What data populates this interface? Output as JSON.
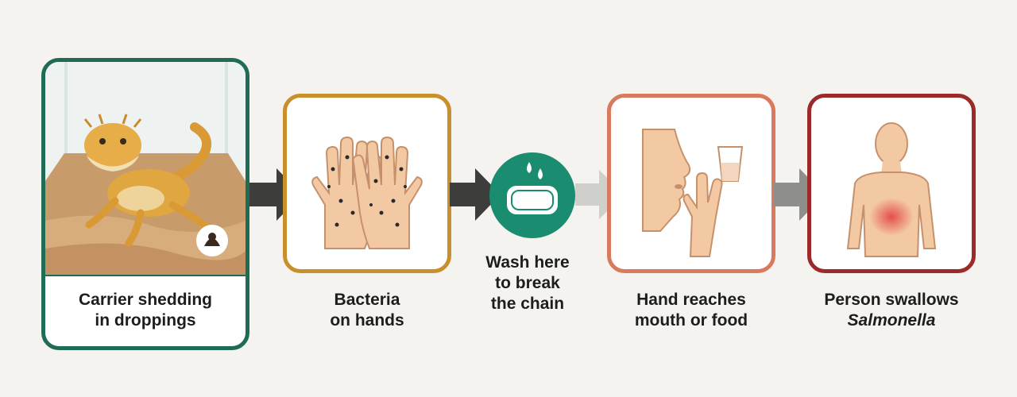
{
  "steps": [
    {
      "id": "carrier",
      "line1": "Carrier shedding",
      "line2": "in droppings",
      "icon": "bearded-dragon-icon",
      "border_color": "#1f6b56"
    },
    {
      "id": "hands",
      "line1": "Bacteria",
      "line2": "on hands",
      "icon": "contaminated-hands-icon",
      "border_color": "#c8902a"
    },
    {
      "id": "wash",
      "line1": "Wash here",
      "line2": "to break",
      "line3": "the chain",
      "icon": "soap-icon",
      "fill_color": "#1a8c70"
    },
    {
      "id": "mouth",
      "line1": "Hand reaches",
      "line2": "mouth or food",
      "icon": "hand-to-mouth-icon",
      "border_color": "#d97a5e"
    },
    {
      "id": "swallow",
      "line1": "Person swallows",
      "line2": "Salmonella",
      "icon": "person-infected-icon",
      "border_color": "#9c2a2a"
    }
  ],
  "arrows": [
    {
      "icon": "arrow-right-icon",
      "color": "#3d3d3b"
    },
    {
      "icon": "arrow-right-icon",
      "color": "#3d3d3b"
    },
    {
      "icon": "arrow-right-icon",
      "color": "#cfcfcc"
    },
    {
      "icon": "arrow-right-icon",
      "color": "#8e8e8b"
    }
  ]
}
